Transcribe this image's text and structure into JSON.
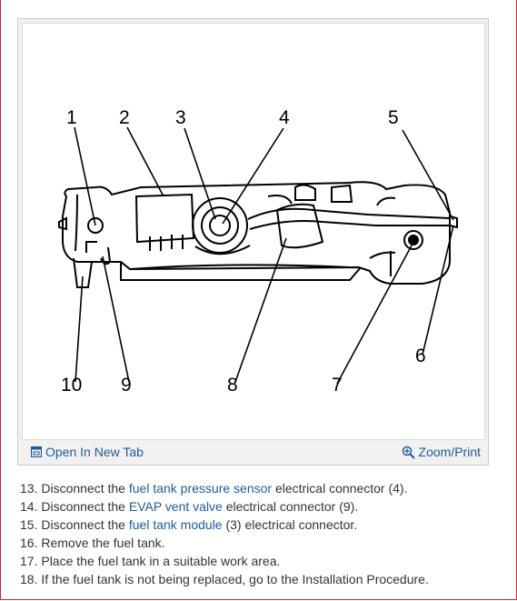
{
  "figure": {
    "callouts": [
      "1",
      "2",
      "3",
      "4",
      "5",
      "6",
      "7",
      "8",
      "9",
      "10"
    ],
    "toolbar": {
      "open_in_new_tab": "Open In New Tab",
      "zoom_print": "Zoom/Print",
      "open_icon": "new-tab-icon",
      "zoom_icon": "magnifier-plus-icon"
    }
  },
  "steps": [
    {
      "prefix": "13. Disconnect the ",
      "link": "fuel tank pressure sensor",
      "suffix": " electrical connector (4)."
    },
    {
      "prefix": "14. Disconnect the ",
      "link": "EVAP vent valve",
      "suffix": " electrical connector (9)."
    },
    {
      "prefix": "15. Disconnect the ",
      "link": "fuel tank module",
      "suffix": " (3) electrical connector."
    },
    {
      "prefix": "16. Remove the fuel tank.",
      "link": "",
      "suffix": ""
    },
    {
      "prefix": "17. Place the fuel tank in a suitable work area.",
      "link": "",
      "suffix": ""
    },
    {
      "prefix": "18. If the fuel tank is not being replaced, go to the Installation Procedure.",
      "link": "",
      "suffix": ""
    }
  ],
  "colors": {
    "link": "#1f5b9a",
    "frame_border": "#c8282d",
    "figure_panel": "#f1f1f1"
  }
}
